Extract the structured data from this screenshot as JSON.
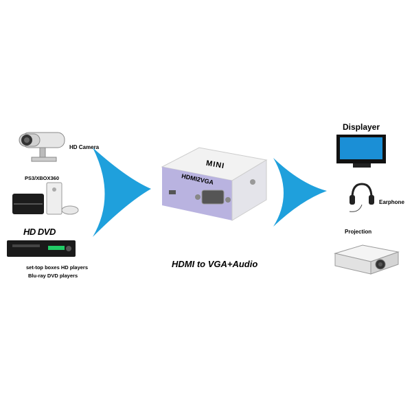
{
  "sources": {
    "camera_label": "HD Camera",
    "console_label": "PS3/XBOX360",
    "dvd_logo": "HD DVD",
    "player_label_1": "set-top boxes  HD players",
    "player_label_2": "Blu-ray DVD players"
  },
  "converter": {
    "brand": "MINI",
    "model": "HDMI2VGA"
  },
  "caption": "HDMI to VGA+Audio",
  "outputs": {
    "display_label": "Displayer",
    "earphone_label": "Earphone",
    "projection_label": "Projection"
  },
  "colors": {
    "arrow": "#1fa0dc",
    "converter_side": "#b9b3e0",
    "screen": "#1b8fd6"
  }
}
